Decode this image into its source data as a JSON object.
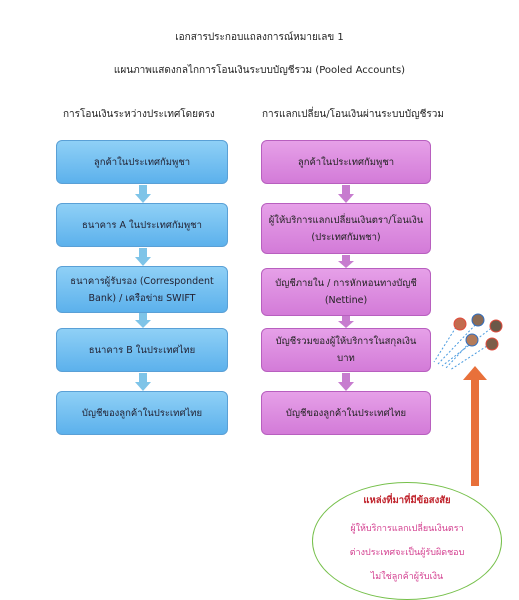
{
  "header": {
    "line1": "เอกสารประกอบแถลงการณ์หมายเลข 1",
    "line2": "แผนภาพแสดงกลไกการโอนเงินระบบบัญชีรวม (Pooled Accounts)"
  },
  "left": {
    "title": "การโอนเงินระหว่างประเทศโดยตรง",
    "boxes": [
      "ลูกค้าในประเทศกัมพูชา",
      "ธนาคาร A ในประเทศกัมพูชา",
      "ธนาคารผู้รับรอง (Correspondent Bank) / เครือข่าย SWIFT",
      "ธนาคาร B ในประเทศไทย",
      "บัญชีของลูกค้าในประเทศไทย"
    ]
  },
  "right": {
    "title": "การแลกเปลี่ยน/โอนเงินผ่านระบบบัญชีรวม",
    "boxes": [
      "ลูกค้าในประเทศกัมพูชา",
      "ผู้ให้บริการแลกเปลี่ยนเงินตรา/โอนเงิน (ประเทศกัมพชา)",
      "บัญชีภายใน / การหักหอนทางบัญชี (Nettine)",
      "บัญชีรวมของผู้ให้บริการในสกุลเงินบาท",
      "บัญชีของลูกค้าในประเทศไทย"
    ]
  },
  "callout": {
    "title": "แหล่งที่มาที่มีข้อสงสัย",
    "lines": [
      "ผู้ให้บริการแลกเปลี่ยนเงินตรา",
      "ต่างประเทศจะเป็นผู้รับผิดชอบ",
      "ไม่ใช่ลูกค้าผู้รับเงิน"
    ]
  },
  "colors": {
    "left_box": "#6cbcf0",
    "right_box": "#d98ade",
    "left_arrow": "#7ec4e8",
    "right_arrow": "#c77ccf",
    "up_arrow": "#e8703a",
    "callout_border": "#76c04b",
    "callout_title": "#c0232c",
    "callout_text": "#d33e8f"
  }
}
